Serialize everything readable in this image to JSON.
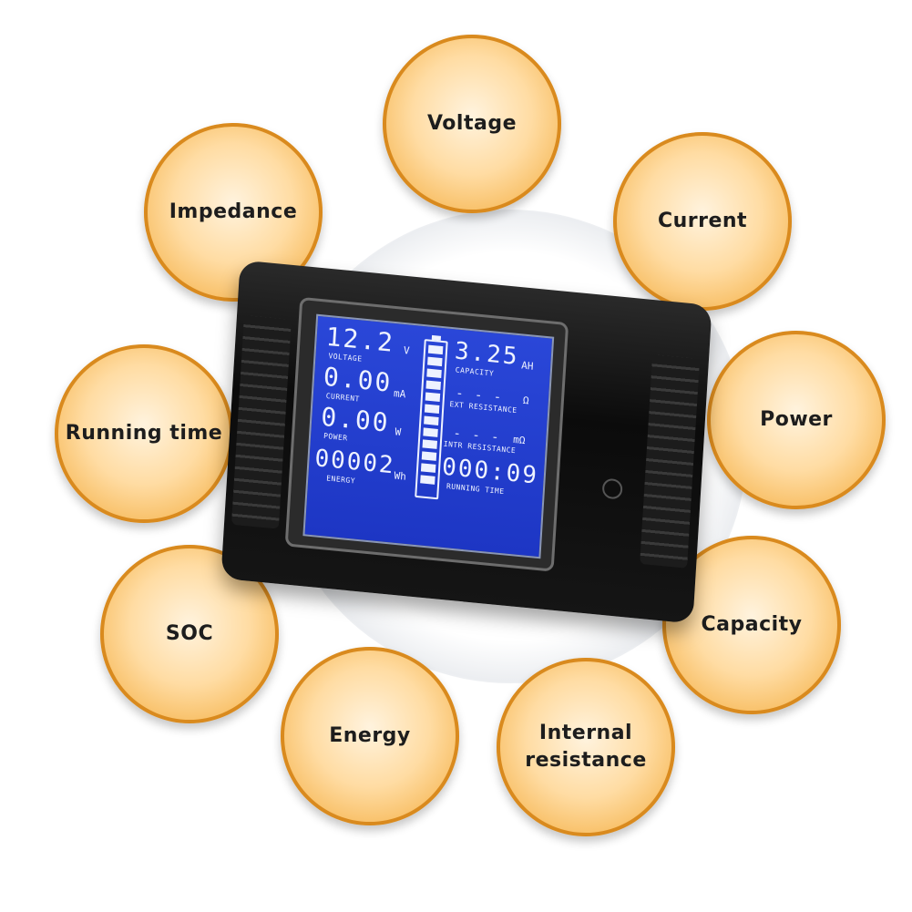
{
  "features": {
    "voltage": "Voltage",
    "impedance": "Impedance",
    "current": "Current",
    "running_time": "Running time",
    "power": "Power",
    "soc": "SOC",
    "capacity": "Capacity",
    "energy": "Energy",
    "internal_resistance": "Internal\nresistance"
  },
  "lcd": {
    "voltage": {
      "value": "12.2",
      "label": "VOLTAGE",
      "unit": "V"
    },
    "current": {
      "value": "0.00",
      "label": "CURRENT",
      "unit": "mA"
    },
    "power": {
      "value": "0.00",
      "label": "POWER",
      "unit": "W"
    },
    "energy": {
      "value": "00002",
      "label": "ENERGY",
      "unit": "Wh"
    },
    "capacity": {
      "value": "3.25",
      "label": "CAPACITY",
      "unit": "AH"
    },
    "ext_resistance": {
      "value": "- - -",
      "label": "EXT RESISTANCE",
      "unit": "Ω"
    },
    "intr_resistance": {
      "value": "- - -",
      "label": "INTR RESISTANCE",
      "unit": "mΩ"
    },
    "running_time": {
      "value": "000:09",
      "label": "RUNNING TIME"
    }
  },
  "colors": {
    "bubble": "#f7bc5f",
    "lcd_background": "#1d36c4",
    "device_body": "#0b0b0b"
  }
}
